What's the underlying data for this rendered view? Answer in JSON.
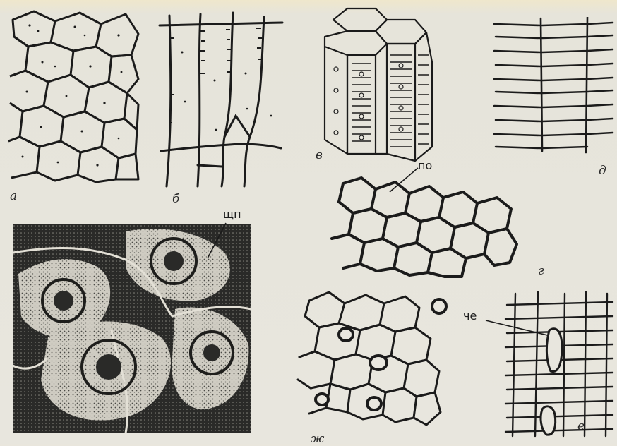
{
  "labels": {
    "a": "а",
    "b": "б",
    "v": "в",
    "g": "г",
    "d": "д",
    "e": "е",
    "zh": "ж"
  },
  "annotations": {
    "po": "по",
    "shchp": "щп",
    "che": "че"
  },
  "colors": {
    "ink": "#1b1b1b",
    "paper": "#e8e6de",
    "micro_dark": "#2a2a28",
    "micro_light": "#d9d7cf"
  }
}
